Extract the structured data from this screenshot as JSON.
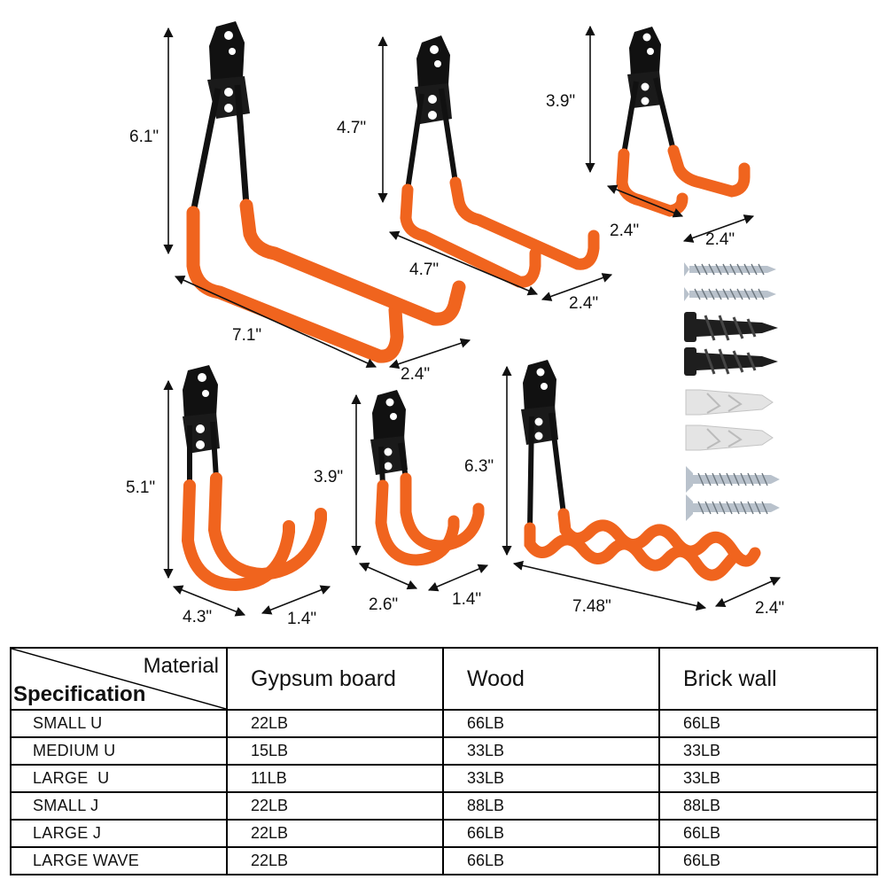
{
  "dimensions": {
    "large_u": {
      "height": "6.1\"",
      "length": "7.1\"",
      "width": "2.4\""
    },
    "medium_u": {
      "height": "4.7\"",
      "length": "4.7\"",
      "width": "2.4\""
    },
    "small_u": {
      "height": "3.9\"",
      "length": "2.4\"",
      "width": "2.4\""
    },
    "large_j": {
      "height": "5.1\"",
      "length": "4.3\"",
      "width": "1.4\""
    },
    "small_j": {
      "height": "3.9\"",
      "length": "2.6\"",
      "width": "1.4\""
    },
    "large_wave": {
      "height": "6.3\"",
      "length": "7.48\"",
      "width": "2.4\""
    }
  },
  "colors": {
    "coating": "#f0641e",
    "coating_dark": "#c94a10",
    "steel": "#111111",
    "screw": "#b9c2cc",
    "anchor_black": "#1e1e1e",
    "anchor_white": "#e4e4e4"
  },
  "table": {
    "header_material": "Material",
    "header_specification": "Specification",
    "columns": [
      "Gypsum board",
      "Wood",
      "Brick wall"
    ],
    "rows": [
      {
        "spec": "SMALL U",
        "values": [
          "22LB",
          "66LB",
          "66LB"
        ]
      },
      {
        "spec": "MEDIUM U",
        "values": [
          "15LB",
          "33LB",
          "33LB"
        ]
      },
      {
        "spec": "LARGE  U",
        "values": [
          "11LB",
          "33LB",
          "33LB"
        ]
      },
      {
        "spec": "SMALL J",
        "values": [
          "22LB",
          "88LB",
          "88LB"
        ]
      },
      {
        "spec": "LARGE J",
        "values": [
          "22LB",
          "66LB",
          "66LB"
        ]
      },
      {
        "spec": "LARGE WAVE",
        "values": [
          "22LB",
          "66LB",
          "66LB"
        ]
      }
    ]
  }
}
